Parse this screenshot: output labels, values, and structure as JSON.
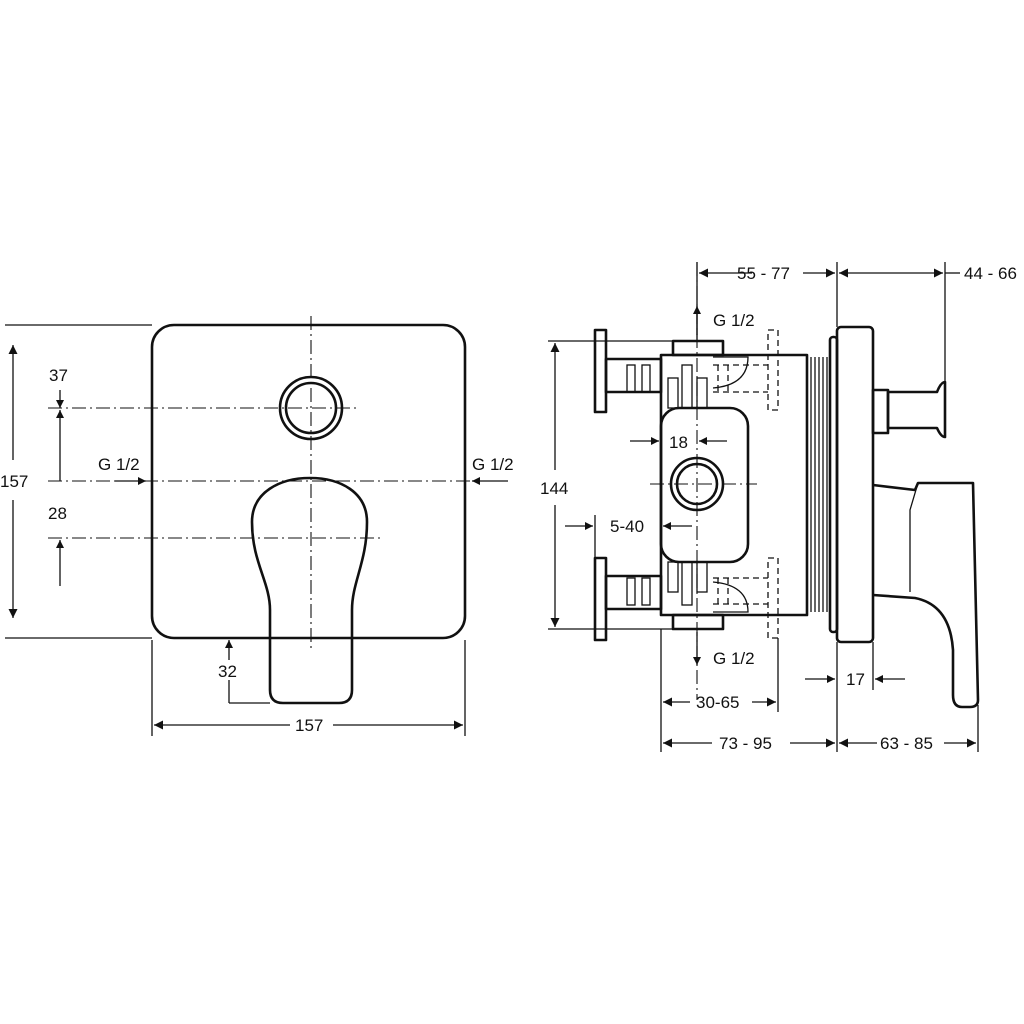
{
  "front_view": {
    "height_label": "157",
    "width_label": "157",
    "dim_diverter": "37",
    "dim_handle": "28",
    "dim_bottom": "32",
    "inlet_left": "G 1/2",
    "inlet_right": "G 1/2"
  },
  "side_view": {
    "dim_top_left": "55 - 77",
    "dim_top_right": "44 - 66",
    "outlet_top": "G 1/2",
    "outlet_bottom": "G 1/2",
    "dim_height": "144",
    "dim_18": "18",
    "dim_5_40": "5-40",
    "dim_17": "17",
    "dim_30_65": "30-65",
    "dim_73_95": "73 - 95",
    "dim_63_85": "63 - 85"
  }
}
